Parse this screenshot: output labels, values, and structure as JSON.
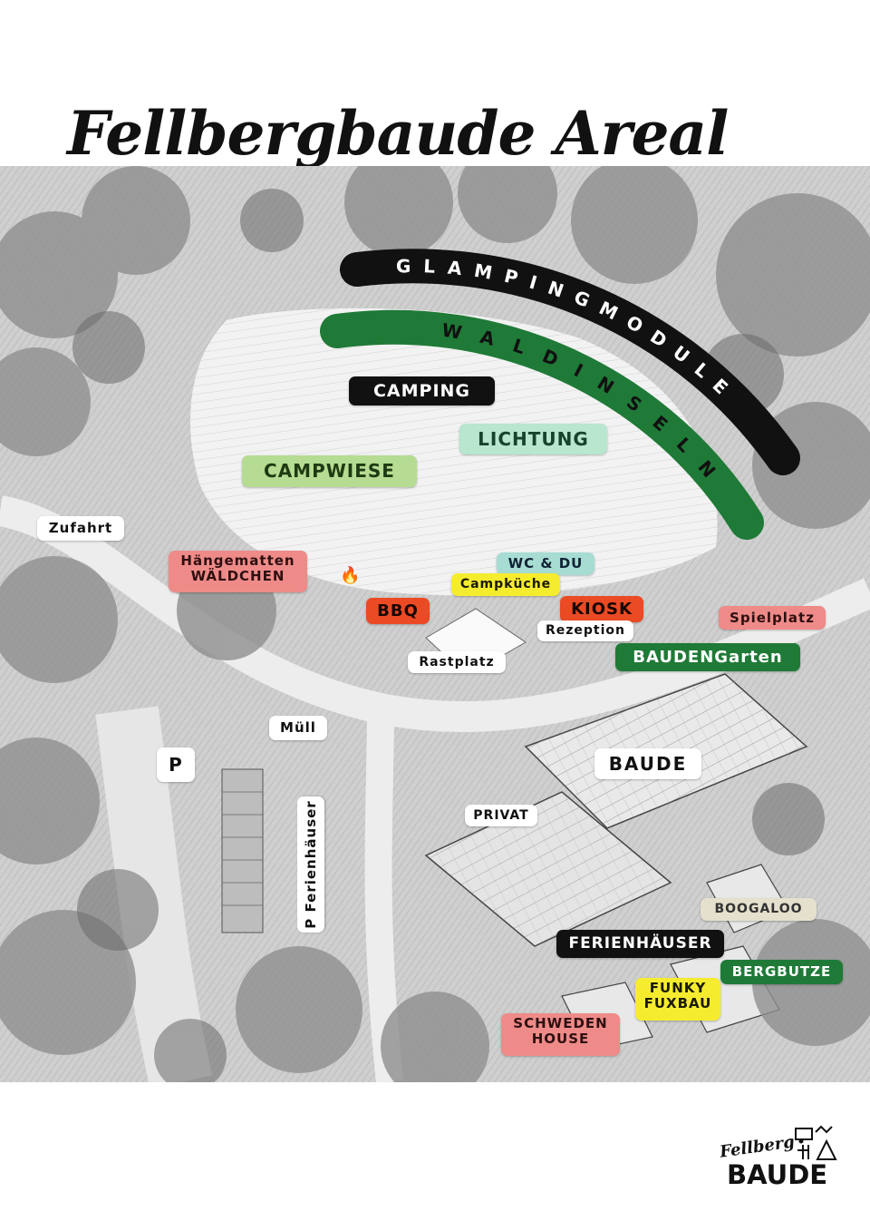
{
  "title": "Fellbergbaude Areal",
  "arcs": {
    "glamping": "GLAMPINGMODULE",
    "waldinseln": "WALDINSELN",
    "glamping_color": "#111111",
    "waldinseln_color": "#1f7a37"
  },
  "labels": {
    "camping": "CAMPING",
    "lichtung": "LICHTUNG",
    "campwiese": "CAMPWIESE",
    "zufahrt": "Zufahrt",
    "haengematten_1": "Hängematten",
    "haengematten_2": "WÄLDCHEN",
    "campfire_icon": "🔥",
    "wc_du": "WC & DU",
    "campkueche": "Campküche",
    "bbq": "BBQ",
    "kiosk": "KIOSK",
    "rezeption": "Rezeption",
    "rastplatz": "Rastplatz",
    "spielplatz": "Spielplatz",
    "baudengarten": "BAUDENGarten",
    "muell": "Müll",
    "parking": "P",
    "baude": "BAUDE",
    "privat": "PRIVAT",
    "ferien_parking": "P Ferienhäuser",
    "boogaloo": "BOOGALOO",
    "ferienhaeuser": "FERIENHÄUSER",
    "bergbutze": "BERGBUTZE",
    "funky_1": "FUNKY",
    "funky_2": "FUXBAU",
    "schweden_1": "SCHWEDEN",
    "schweden_2": "HOUSE"
  },
  "logo": {
    "script": "Fellberg",
    "word": "BAUDE"
  },
  "colors": {
    "black": "#111111",
    "dark_green": "#1f7a37",
    "light_green": "#b5dc92",
    "mint": "#b8e6cf",
    "pink": "#ee8b89",
    "orange": "#ea4a24",
    "yellow": "#f6ec2f",
    "beige": "#e4e0cd"
  }
}
